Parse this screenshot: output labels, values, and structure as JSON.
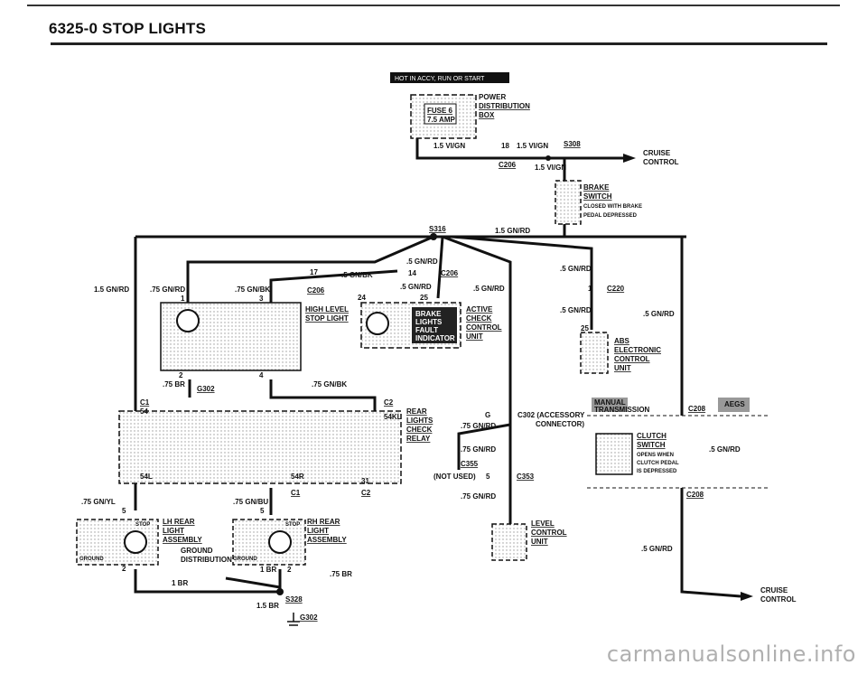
{
  "header": {
    "title": "6325-0 STOP LIGHTS"
  },
  "tag": "HOT IN ACCY, RUN OR START",
  "fuse": {
    "name": "FUSE 6",
    "rating": "7.5 AMP"
  },
  "labels": {
    "power_dist": "POWER",
    "power_dist2": "DISTRIBUTION",
    "power_dist3": "BOX",
    "w1": "1.5 VI/GN",
    "w2": "18",
    "w3": "1.5 VI/GN",
    "s308": "S308",
    "c206a": "C206",
    "w4": "1.5 VI/GN",
    "cruise1": "CRUISE",
    "cruise1b": "CONTROL",
    "brake1": "BRAKE",
    "brake2": "SWITCH",
    "brake3": "CLOSED WITH BRAKE",
    "brake4": "PEDAL DEPRESSED",
    "s316": "S316",
    "w5": "1.5 GN/RD",
    "w6": ".5 GN/RD",
    "w7": "14",
    "c206b": "C206",
    "w8": "17",
    "w9": ".5 GN/BK",
    "c206c": "C206",
    "w10": ".5 GN/RD",
    "w11": "25",
    "w12": "24",
    "w13": ".5 GN/RD",
    "w14": "1.5 GN/RD",
    "w15": ".75 GN/RD",
    "w16": ".75 GN/BK",
    "n1": "1",
    "n3": "3",
    "hl1": "HIGH LEVEL",
    "hl2": "STOP LIGHT",
    "bl1": "BRAKE",
    "bl2": "LIGHTS",
    "bl3": "FAULT",
    "bl4": "INDICATOR",
    "acc1": "ACTIVE",
    "acc2": "CHECK",
    "acc3": "CONTROL",
    "acc4": "UNIT",
    "w17": ".5 GN/RD",
    "n1b": "1",
    "c220": "C220",
    "w18": ".5 GN/RD",
    "w19": ".5 GN/RD",
    "n25": "25",
    "abs1": "ABS",
    "abs2": "ELECTRONIC",
    "abs3": "CONTROL",
    "abs4": "UNIT",
    "n2": "2",
    "n4": "4",
    "w20": ".75 BR",
    "g302a": "G302",
    "w21": ".75 GN/BK",
    "c1a": "C1",
    "n54": "54",
    "c2a": "C2",
    "n54kl": "54KL",
    "rl1": "REAR",
    "rl2": "LIGHTS",
    "rl3": "CHECK",
    "rl4": "RELAY",
    "g1": "G",
    "c302": "C302 (ACCESSORY",
    "c302b": "CONNECTOR)",
    "w22": ".75 GN/RD",
    "mt1": "MANUAL",
    "mt2": "TRANSMISSION",
    "c208a": "C208",
    "aegs": "AEGS",
    "w23": ".75 GN/RD",
    "c355": "C355",
    "notused": "(NOT USED)",
    "n5": "5",
    "c353": "C353",
    "cl1": "CLUTCH",
    "cl2": "SWITCH",
    "cl3": "OPENS WHEN",
    "cl4": "CLUTCH PEDAL",
    "cl5": "IS DEPRESSED",
    "w24": ".5 GN/RD",
    "n54l": "54L",
    "n54r": "54R",
    "c1b": "C1",
    "n31": "31",
    "c2b": "C2",
    "w25": ".75 GN/YL",
    "n5b": "5",
    "w26": ".75 GN/BU",
    "n5c": "5",
    "c208b": "C208",
    "stop1": "STOP",
    "lh1": "LH REAR",
    "lh2": "LIGHT",
    "lh3": "ASSEMBLY",
    "stop2": "STOP",
    "rh1": "RH REAR",
    "rh2": "LIGHT",
    "rh3": "ASSEMBLY",
    "gnd1": "GROUND",
    "gdist1": "GROUND",
    "gdist2": "DISTRIBUTION",
    "gnd2": "GROUND",
    "w27": ".75 GN/RD",
    "lv1": "LEVEL",
    "lv2": "CONTROL",
    "lv3": "UNIT",
    "w28": ".5 GN/RD",
    "n2b": "2",
    "w29": "1 BR",
    "n1br": "1 BR",
    "n2c": "2",
    "w30": ".75 BR",
    "w31": "1.5 BR",
    "s328": "S328",
    "g302b": "G302",
    "cruise2": "CRUISE",
    "cruise2b": "CONTROL"
  },
  "watermark": "carmanualsonline.info"
}
